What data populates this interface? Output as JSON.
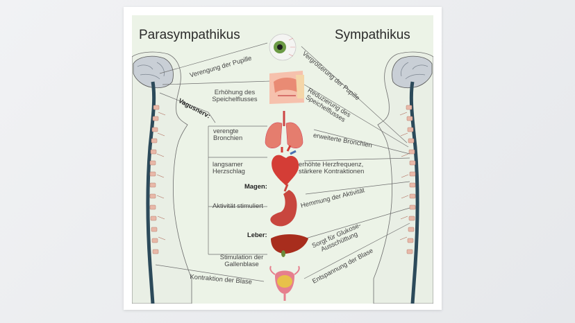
{
  "titles": {
    "left": "Parasympathikus",
    "right": "Sympathikus"
  },
  "parasympathetic": {
    "pupil": "Verengung der Pupille",
    "saliva_line1": "Erhöhung des",
    "saliva_line2": "Speichelflusses",
    "vagus": "Vagusnerv:",
    "bronchi_line1": "verengte",
    "bronchi_line2": "Bronchien",
    "heart_line1": "langsamer",
    "heart_line2": "Herzschlag",
    "stomach_head": "Magen:",
    "stomach": "Aktivität stimuliert",
    "liver_head": "Leber:",
    "gall_line1": "Stimulation der",
    "gall_line2": "Gallenblase",
    "bladder": "Kontraktion der Blase"
  },
  "sympathetic": {
    "pupil": "Vergrößerung der Pupille",
    "saliva_line1": "Reduzierung des",
    "saliva_line2": "Speichelflusses",
    "bronchi": "erweiterte Bronchien",
    "heart_line1": "erhöhte Herzfrequenz,",
    "heart_line2": "stärkere Kontraktionen",
    "stomach": "Hemmung der Aktivität",
    "glucose_line1": "Sorgt für Glukose-",
    "glucose_line2": "Ausschüttung",
    "bladder": "Entspannung der Blase"
  },
  "colors": {
    "panel_bg": "#ecf3e7",
    "nerve": "#2c4a5a",
    "spine_bone": "#e8b8a8",
    "organ_red": "#d9534f",
    "organ_pink": "#f2a08a",
    "liver": "#b03020",
    "bladder_gold": "#e8c14a"
  }
}
